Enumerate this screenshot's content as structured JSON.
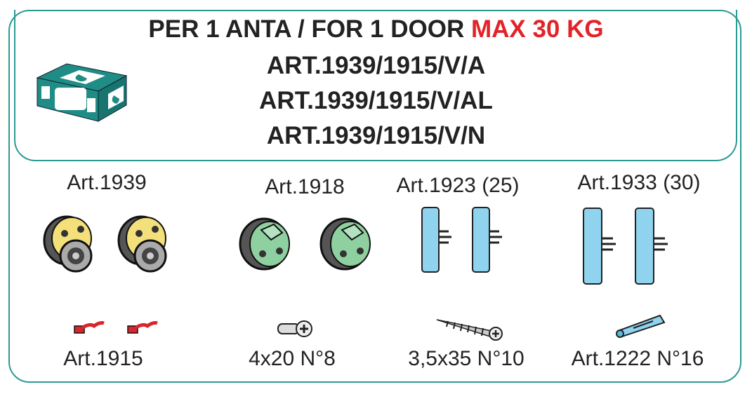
{
  "header": {
    "line1_prefix": "PER 1 ANTA / FOR 1 DOOR",
    "line1_highlight": "MAX 30 KG",
    "articles": [
      "ART.1939/1915/V/A",
      "ART.1939/1915/V/AL",
      "ART.1939/1915/V/N"
    ],
    "highlight_color": "#e2232a",
    "border_color": "#2a9a92"
  },
  "components": [
    {
      "label": "Art.1939",
      "icon": "yellow-roller-wheel-icon",
      "count": 2
    },
    {
      "label": "Art.1918",
      "icon": "green-roller-wheel-icon",
      "count": 2
    },
    {
      "label": "Art.1923 (25)",
      "icon": "short-blue-stopper-icon",
      "count": 2
    },
    {
      "label": "Art.1933 (30)",
      "icon": "long-blue-stopper-icon",
      "count": 2
    },
    {
      "label": "Art.1915",
      "icon": "red-clip-icon",
      "count": 2
    },
    {
      "label": "4x20 N°8",
      "icon": "machine-screw-icon",
      "count": 1
    },
    {
      "label": "3,5x35 N°10",
      "icon": "wood-screw-icon",
      "count": 1
    },
    {
      "label": "Art.1222 N°16",
      "icon": "wall-plug-icon",
      "count": 1
    }
  ]
}
